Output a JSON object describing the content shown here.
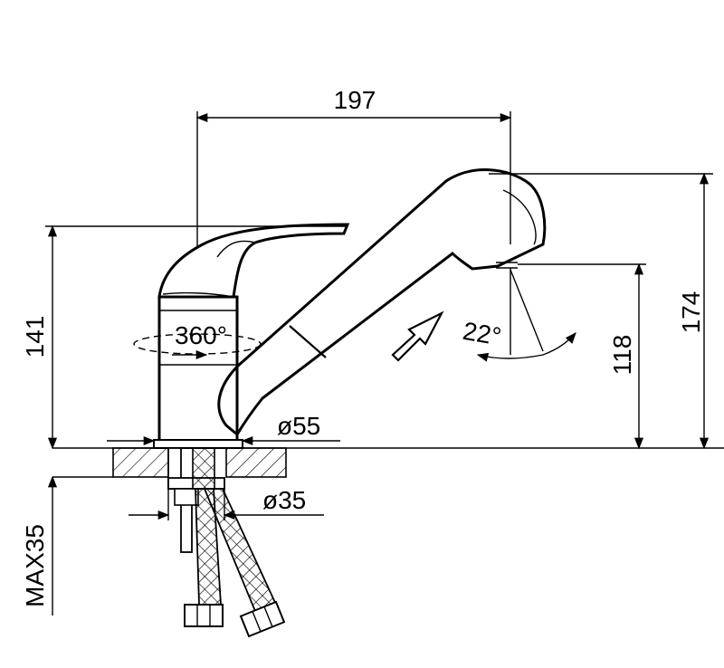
{
  "dimensions": {
    "spout_reach": "197",
    "body_height": "141",
    "total_height": "174",
    "outlet_height": "118",
    "base_diameter": "ø55",
    "hole_diameter": "ø35",
    "max_thickness": "MAX35"
  },
  "annotations": {
    "swivel": "360°",
    "tilt": "22°"
  }
}
